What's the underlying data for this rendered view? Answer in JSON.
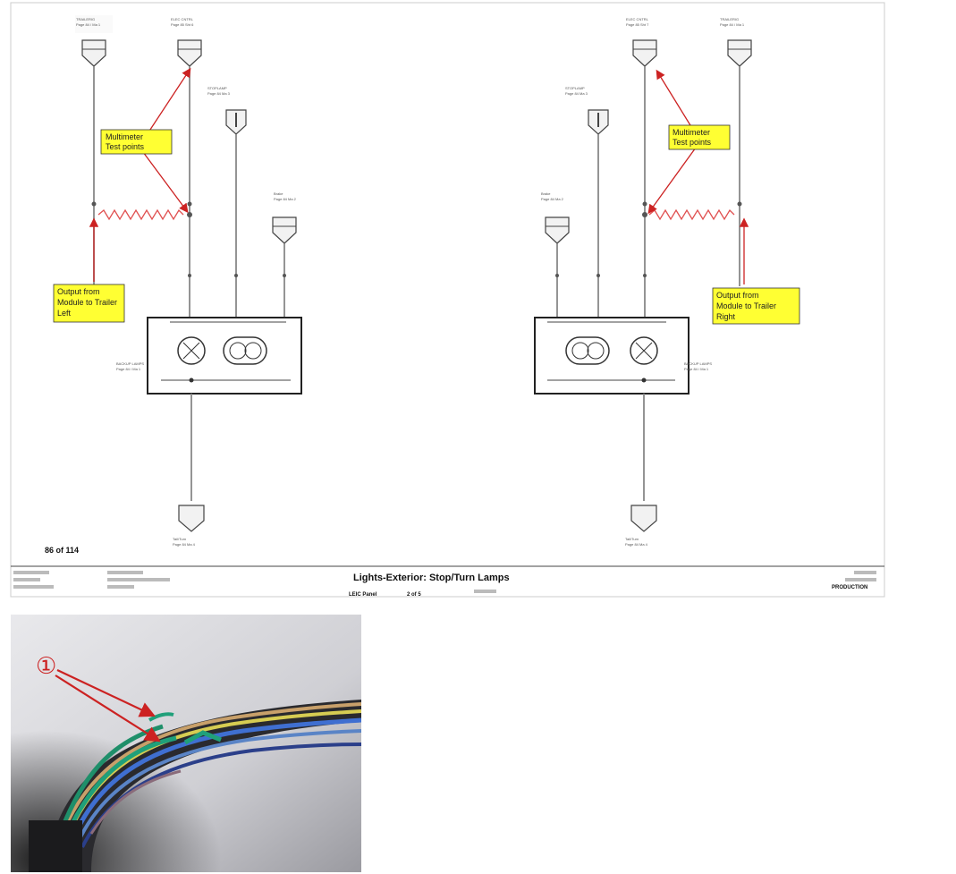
{
  "footer": {
    "title": "Lights-Exterior: Stop/Turn Lamps",
    "page_label": "LEIC Panel",
    "page_num": "2 of 5",
    "right_label": "PRODUCTION"
  },
  "page_count": "86 of 114",
  "annotations": {
    "multimeter_left": [
      "Multimeter",
      "Test points"
    ],
    "multimeter_right": [
      "Multimeter",
      "Test points"
    ],
    "output_left": [
      "Output from",
      "Module to Trailer",
      "Left"
    ],
    "output_right": [
      "Output from",
      "Module to Trailer",
      "Right"
    ]
  },
  "photo": {
    "callout": "①"
  },
  "colors": {
    "callout_fill": "#ffff33",
    "arrow": "#cc2222",
    "wire_gray": "#888888"
  }
}
